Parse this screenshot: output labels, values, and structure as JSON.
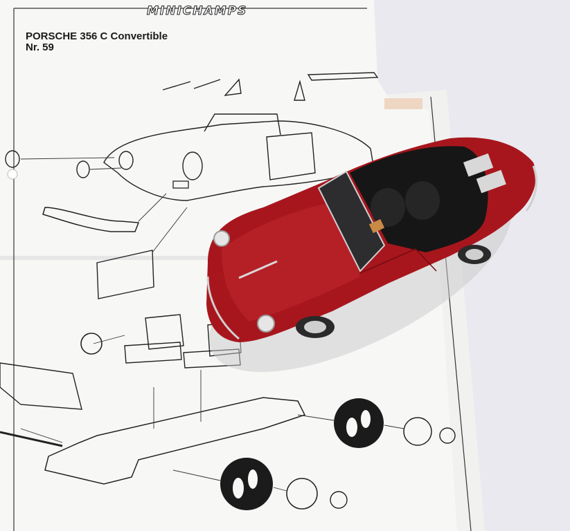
{
  "sheet": {
    "brand": "MINICHAMPS",
    "model_title": "PORSCHE 356 C Convertible",
    "model_number": "Nr. 59"
  },
  "colors": {
    "background": "#e9e9ef",
    "paper": "#f7f7f6",
    "ink": "#1a1a1a",
    "car_body": "#a8161d",
    "car_body_dark": "#6e0c12",
    "interior": "#161616",
    "chrome": "#cfcfcf"
  },
  "icons": {
    "car": "red-convertible-car-model",
    "diagram": "exploded-parts-diagram"
  }
}
